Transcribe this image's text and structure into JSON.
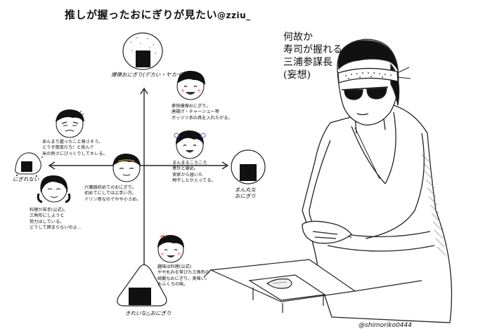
{
  "title": {
    "text": "推しが握ったおにぎりが見たい",
    "handle": "@zziu_"
  },
  "side_caption": [
    "何故か",
    "寿司が握れる",
    "三浦参謀長",
    "(妄想)"
  ],
  "axis_labels": {
    "top": "爆弾おにぎり(デカい・ヤカイ)",
    "left": "にぎれない",
    "right": "まん丸なおにぎり",
    "bottom": "きれいな△おにぎり"
  },
  "notes": {
    "top_right": [
      "豪快爆弾おにぎり。",
      "唐揚げ・チャーシュー等",
      "ガッツリ系の具を入れたがる。"
    ],
    "left": [
      "あんまり握ったこと無さそう。",
      "どうせ簡単だろ！と挑んで",
      "米の熱さにびっくりしてキレる。"
    ],
    "right": [
      "まんまるころころ",
      "意外と硬め。",
      "実家から届いた",
      "梅干しとか入ってる。"
    ],
    "center": [
      "六儀鎮初めてのおにぎり。",
      "初めてにしては上手い方。",
      "ドリン用なのでやや小さめ。"
    ],
    "bottom_left": [
      "料理が苦手(公式)。",
      "三角形にしようと",
      "努力はしている。",
      "どうして固まらないのよ…"
    ],
    "bottom": [
      "趣味は料理(公式)",
      "やや丸みを帯びた三角形の",
      "綺麗なおにぎり。美味い。",
      "おふくろの味。"
    ]
  },
  "signature": "@shimoriko0444"
}
